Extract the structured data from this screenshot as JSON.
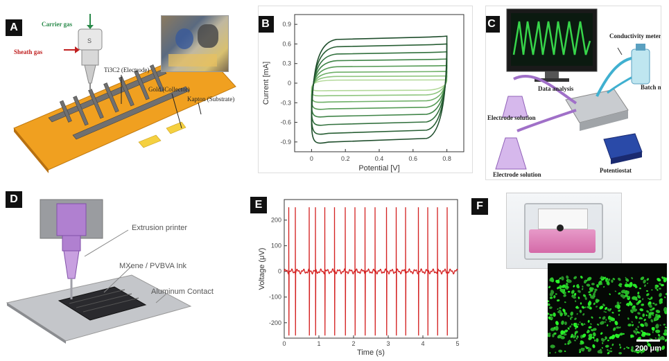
{
  "panels": {
    "A": {
      "tag": "A",
      "labels": {
        "carrier_gas": "Carrier gas",
        "sheath_gas": "Sheath gas",
        "electrode": "Ti3C2 (Electrode)",
        "collector": "Gold (Collector)",
        "substrate": "Kapton (Substrate)"
      },
      "colors": {
        "substrate": "#f0a020",
        "electrode": "#6a6a6a",
        "collector": "#f5d040"
      }
    },
    "B": {
      "tag": "B"
    },
    "C": {
      "tag": "C",
      "labels": {
        "conductivity_meter": "Conductivity meter",
        "batch_mode": "Batch mode feed solution",
        "data_analysis": "Data analysis",
        "electrode_solution_top": "Electrode solution",
        "electrode_solution_bottom": "Electrode solution",
        "potentiostat": "Potentiostat"
      }
    },
    "D": {
      "tag": "D",
      "labels": {
        "extrusion_printer": "Extrusion printer",
        "ink": "MXene / PVBVA Ink",
        "contact": "Aluminum Contact"
      }
    },
    "E": {
      "tag": "E"
    },
    "F": {
      "tag": "F",
      "scale_bar": "200 μm"
    }
  },
  "chart_data": [
    {
      "panel": "B",
      "type": "line",
      "xlabel": "Potential [V]",
      "ylabel": "Current [mA]",
      "xlim": [
        -0.1,
        0.9
      ],
      "ylim": [
        -1.05,
        1.05
      ],
      "xticks": [
        "0",
        "0.2",
        "0.4",
        "0.6",
        "0.8"
      ],
      "xtick_values": [
        0,
        0.2,
        0.4,
        0.6,
        0.8
      ],
      "yticks": [
        "0.9",
        "0.6",
        "0.3",
        "0",
        "-0.3",
        "-0.6",
        "-0.9"
      ],
      "ytick_values": [
        0.9,
        0.6,
        0.3,
        0,
        -0.3,
        -0.6,
        -0.9
      ],
      "grid": false,
      "series": [
        {
          "top": 0.72,
          "bottom": -0.94,
          "color": "#1e4d2b"
        },
        {
          "top": 0.6,
          "bottom": -0.8,
          "color": "#275e33"
        },
        {
          "top": 0.48,
          "bottom": -0.66,
          "color": "#31703d"
        },
        {
          "top": 0.37,
          "bottom": -0.53,
          "color": "#3f8447"
        },
        {
          "top": 0.27,
          "bottom": -0.41,
          "color": "#559b55"
        },
        {
          "top": 0.18,
          "bottom": -0.3,
          "color": "#6fb068"
        },
        {
          "top": 0.11,
          "bottom": -0.2,
          "color": "#8fc67f"
        },
        {
          "top": 0.05,
          "bottom": -0.12,
          "color": "#b3d99a"
        }
      ]
    },
    {
      "panel": "E",
      "type": "line",
      "xlabel": "Time (s)",
      "ylabel": "Voltage (μV)",
      "xlim": [
        0,
        5
      ],
      "ylim": [
        -260,
        280
      ],
      "xticks": [
        "0",
        "1",
        "2",
        "3",
        "4",
        "5"
      ],
      "xtick_values": [
        0,
        1,
        2,
        3,
        4,
        5
      ],
      "yticks": [
        "200",
        "100",
        "0",
        "-100",
        "-200"
      ],
      "ytick_values": [
        200,
        100,
        0,
        -100,
        -200
      ],
      "grid": false,
      "series_color": "#d42020",
      "spike_times": [
        0.13,
        0.32,
        0.72,
        0.9,
        1.17,
        1.45,
        1.76,
        2.04,
        2.33,
        2.62,
        2.95,
        3.23,
        3.5,
        3.87,
        4.14,
        4.42,
        4.7
      ],
      "spike_peak": 250,
      "spike_trough": -250
    }
  ]
}
